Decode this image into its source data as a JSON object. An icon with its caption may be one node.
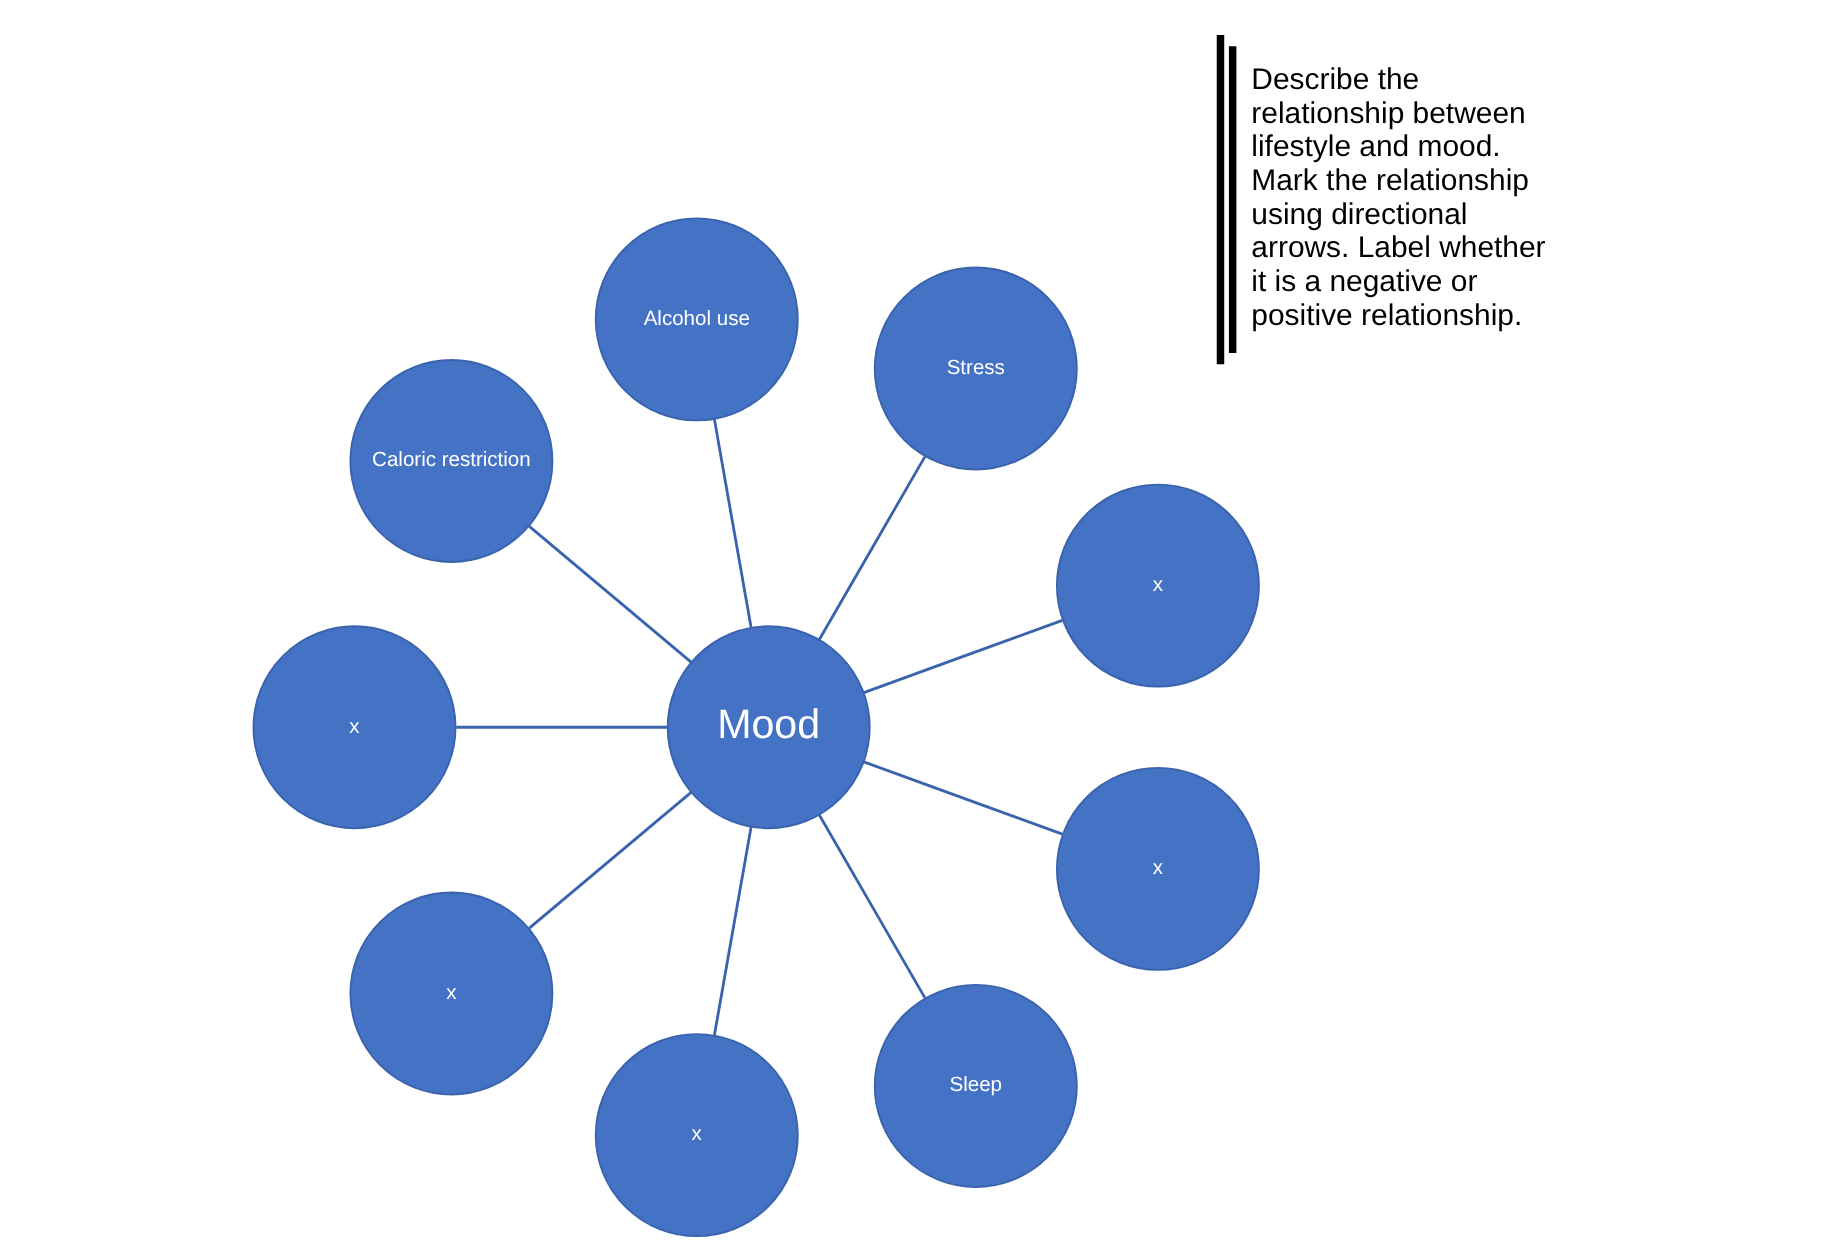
{
  "diagram": {
    "nodes": [
      {
        "text": [
          "x"
        ]
      },
      {
        "text": [
          "Stress"
        ]
      },
      {
        "text": [
          "Alcohol use"
        ]
      },
      {
        "text": [
          "Caloric restriction"
        ]
      },
      {
        "text": [
          "x"
        ]
      },
      {
        "text": [
          "Mood"
        ]
      },
      {
        "text": [
          "x"
        ]
      },
      {
        "text": [
          "x"
        ]
      },
      {
        "text": [
          "Sleep"
        ]
      },
      {
        "text": [
          "x"
        ]
      }
    ],
    "edges": [
      {
        "from": 5,
        "to": 0,
        "arrow": "none"
      },
      {
        "from": 5,
        "to": 2,
        "arrow": "none"
      },
      {
        "from": 5,
        "to": 4,
        "arrow": "none"
      },
      {
        "from": 5,
        "to": 7,
        "arrow": "none"
      },
      {
        "from": 5,
        "to": 9,
        "arrow": "none"
      },
      {
        "from": 5,
        "to": 8,
        "arrow": "none"
      },
      {
        "from": 5,
        "to": 6,
        "arrow": "none"
      },
      {
        "from": 5,
        "to": 3,
        "arrow": "none"
      },
      {
        "from": 5,
        "to": 1,
        "arrow": "none"
      }
    ],
    "labels": [
      "Describe the relationship between lifestyle and mood. Mark the relationship using directional arrows. Label whether it is a negative or positive relationship."
    ]
  }
}
